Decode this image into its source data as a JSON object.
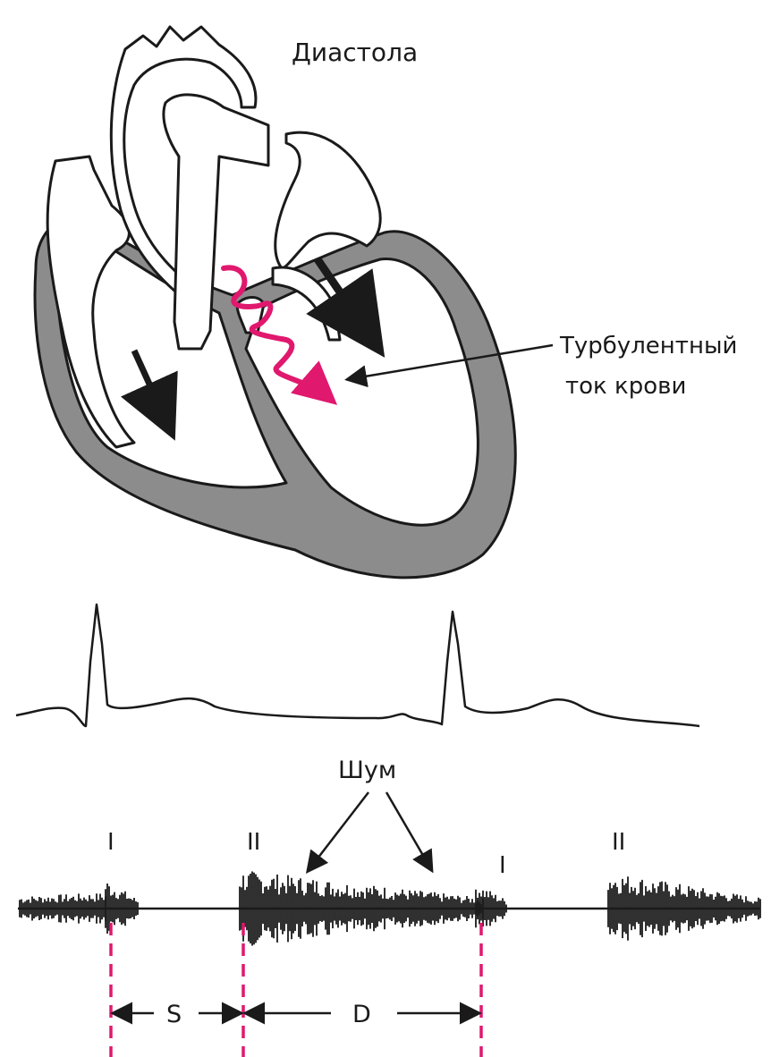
{
  "labels": {
    "diastole": "Диастола",
    "turbulent_line1": "Турбулентный",
    "turbulent_line2": "ток крови",
    "murmur": "Шум",
    "s1_first": "I",
    "s2_first": "II",
    "s1_second": "I",
    "s2_second": "II",
    "systole_interval": "S",
    "diastole_interval": "D"
  },
  "colors": {
    "heart_wall": "#8c8c8c",
    "outline": "#1a1a1a",
    "turbulent_flow": "#e0186e",
    "interval_markers": "#e0186e"
  }
}
